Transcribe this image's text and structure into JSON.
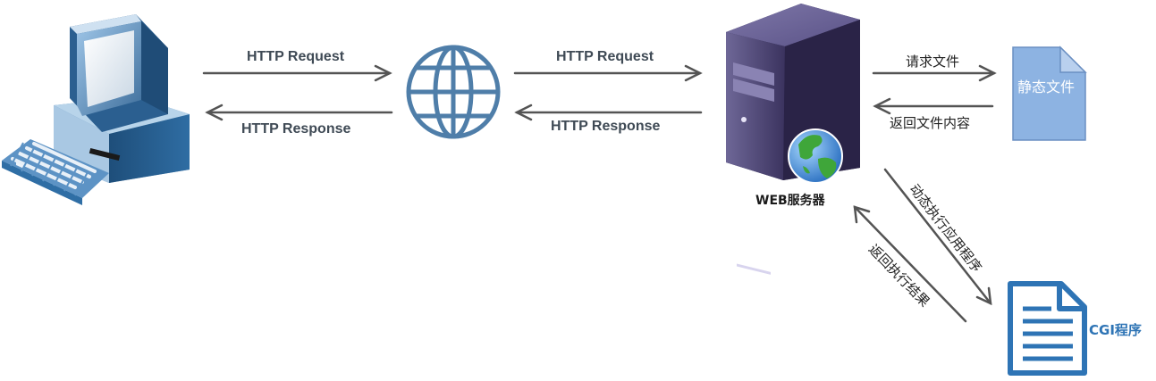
{
  "colors": {
    "arrow": "#545454",
    "globe": "#4f7ea9",
    "doc_fill": "#8db3e2",
    "doc_stroke": "#6a8fc2",
    "cgi_label": "#2e74b5",
    "server_dark": "#2b244a",
    "server_light": "#6e6797"
  },
  "icons": {
    "client": "desktop-computer-icon",
    "internet": "globe-icon",
    "server": "web-server-icon",
    "static_file": "document-icon",
    "cgi": "cgi-document-icon"
  },
  "labels": {
    "req_left": "HTTP Request",
    "resp_left": "HTTP Response",
    "req_right": "HTTP Request",
    "resp_right": "HTTP Response",
    "request_file": "请求文件",
    "return_file": "返回文件内容",
    "static_file": "静态文件",
    "server_name": "WEB服务器",
    "run_app": "动态执行应用程序",
    "return_result": "返回执行结果",
    "cgi": "CGI程序"
  }
}
